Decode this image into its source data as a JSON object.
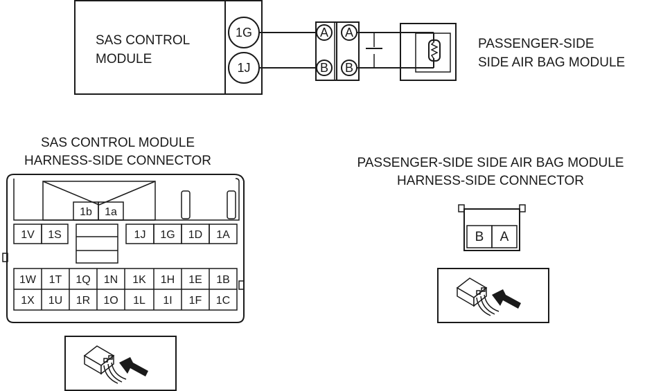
{
  "schematic": {
    "module_line1": "SAS CONTROL",
    "module_line2": "MODULE",
    "terminal_top": "1G",
    "terminal_bottom": "1J",
    "connector_a_left": "A",
    "connector_b_left": "B",
    "connector_a_right": "A",
    "connector_b_right": "B",
    "airbag_line1": "PASSENGER-SIDE",
    "airbag_line2": "SIDE AIR BAG MODULE"
  },
  "sas_connector": {
    "title_line1": "SAS CONTROL MODULE",
    "title_line2": "HARNESS-SIDE CONNECTOR",
    "top_pins": [
      "1b",
      "1a"
    ],
    "row1_left": [
      "1V",
      "1S"
    ],
    "row1_right": [
      "1J",
      "1G",
      "1D",
      "1A"
    ],
    "row2": [
      "1W",
      "1T",
      "1Q",
      "1N",
      "1K",
      "1H",
      "1E",
      "1B"
    ],
    "row3": [
      "1X",
      "1U",
      "1R",
      "1O",
      "1L",
      "1I",
      "1F",
      "1C"
    ],
    "view_icon": "harness-connector-view-icon"
  },
  "airbag_connector": {
    "title_line1": "PASSENGER-SIDE SIDE AIR BAG MODULE",
    "title_line2": "HARNESS-SIDE CONNECTOR",
    "pins": [
      "B",
      "A"
    ],
    "view_icon": "harness-connector-view-icon"
  }
}
